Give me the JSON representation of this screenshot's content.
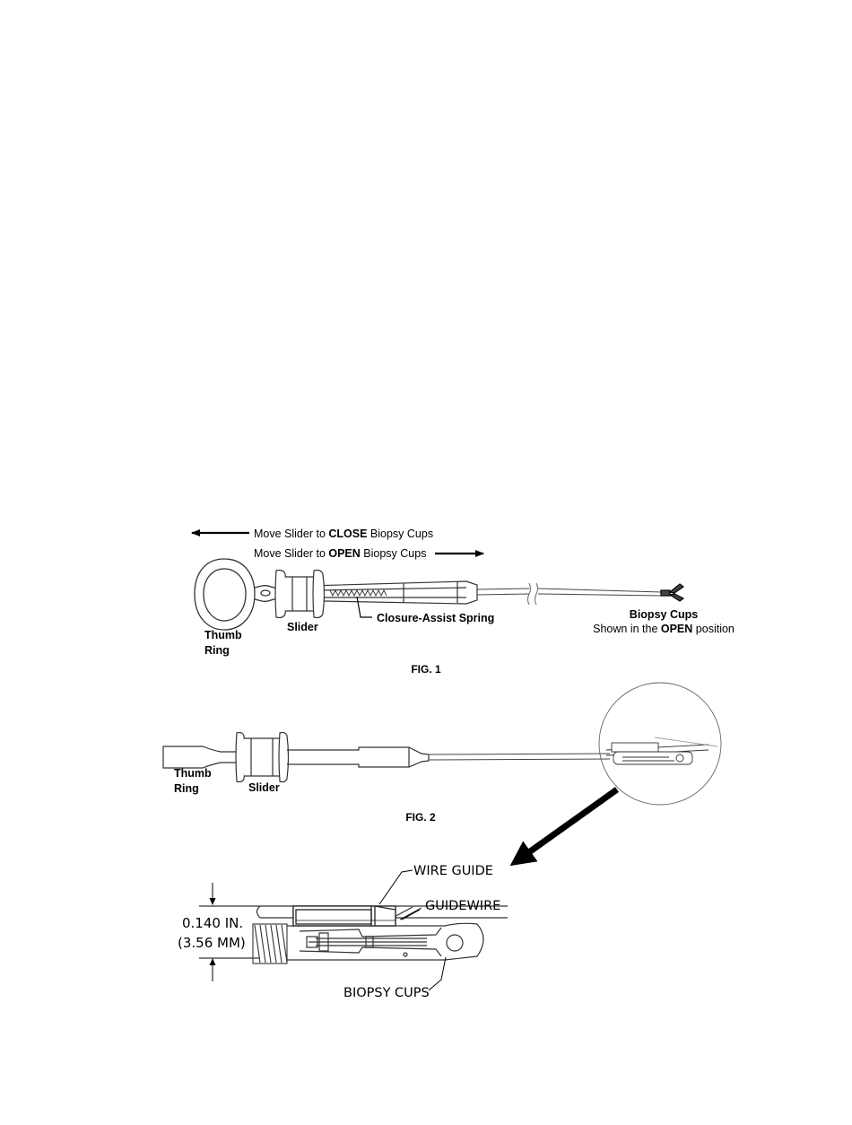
{
  "fig1": {
    "close_instruction": {
      "prefix": "Move Slider to ",
      "emph": "CLOSE",
      "suffix": " Biopsy Cups"
    },
    "open_instruction": {
      "prefix": "Move Slider to ",
      "emph": "OPEN",
      "suffix": " Biopsy Cups"
    },
    "thumb_ring_label": [
      "Thumb",
      "Ring"
    ],
    "slider_label": "Slider",
    "spring_label": "Closure-Assist Spring",
    "cups_label": "Biopsy Cups",
    "cups_note": {
      "prefix": "Shown in the ",
      "emph": "OPEN",
      "suffix": " position"
    },
    "caption": "FIG. 1"
  },
  "fig2": {
    "thumb_ring_label": [
      "Thumb",
      "Ring"
    ],
    "slider_label": "Slider",
    "caption": "FIG. 2"
  },
  "detail": {
    "wire_guide_label": "WIRE GUIDE",
    "guidewire_label": "GUIDEWIRE",
    "dimension_in": "0.140 IN.",
    "dimension_mm": "(3.56 MM)",
    "biopsy_cups_label": "BIOPSY CUPS"
  }
}
